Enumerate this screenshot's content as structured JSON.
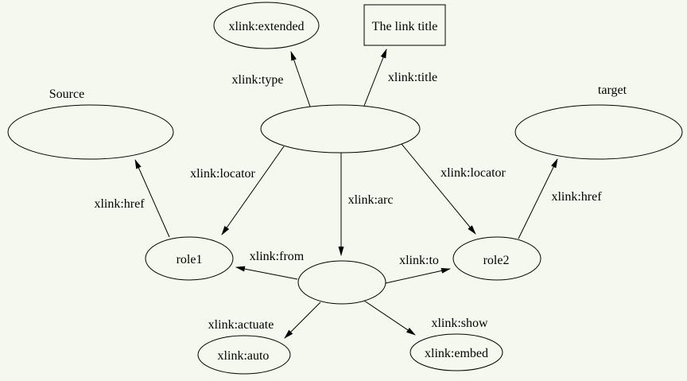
{
  "diagram": {
    "background_color": "#f5f8ee",
    "stroke_color": "#000000",
    "text_color": "#000000",
    "nodes": {
      "extended": {
        "shape": "ellipse",
        "label": "xlink:extended"
      },
      "link_title": {
        "shape": "rect",
        "label": "The link title"
      },
      "source_caption": {
        "shape": "text",
        "label": "Source"
      },
      "source": {
        "shape": "ellipse",
        "label": ""
      },
      "target_caption": {
        "shape": "text",
        "label": "target"
      },
      "target": {
        "shape": "ellipse",
        "label": ""
      },
      "link": {
        "shape": "ellipse",
        "label": ""
      },
      "role1": {
        "shape": "ellipse",
        "label": "role1"
      },
      "role2": {
        "shape": "ellipse",
        "label": "role2"
      },
      "arc_node": {
        "shape": "ellipse",
        "label": ""
      },
      "auto": {
        "shape": "ellipse",
        "label": "xlink:auto"
      },
      "embed": {
        "shape": "ellipse",
        "label": "xlink:embed"
      }
    },
    "edge_labels": {
      "type": "xlink:type",
      "title": "xlink:title",
      "locator_left": "xlink:locator",
      "locator_right": "xlink:locator",
      "arc": "xlink:arc",
      "href_left": "xlink:href",
      "href_right": "xlink:href",
      "from": "xlink:from",
      "to": "xlink:to",
      "actuate": "xlink:actuate",
      "show": "xlink:show"
    }
  }
}
